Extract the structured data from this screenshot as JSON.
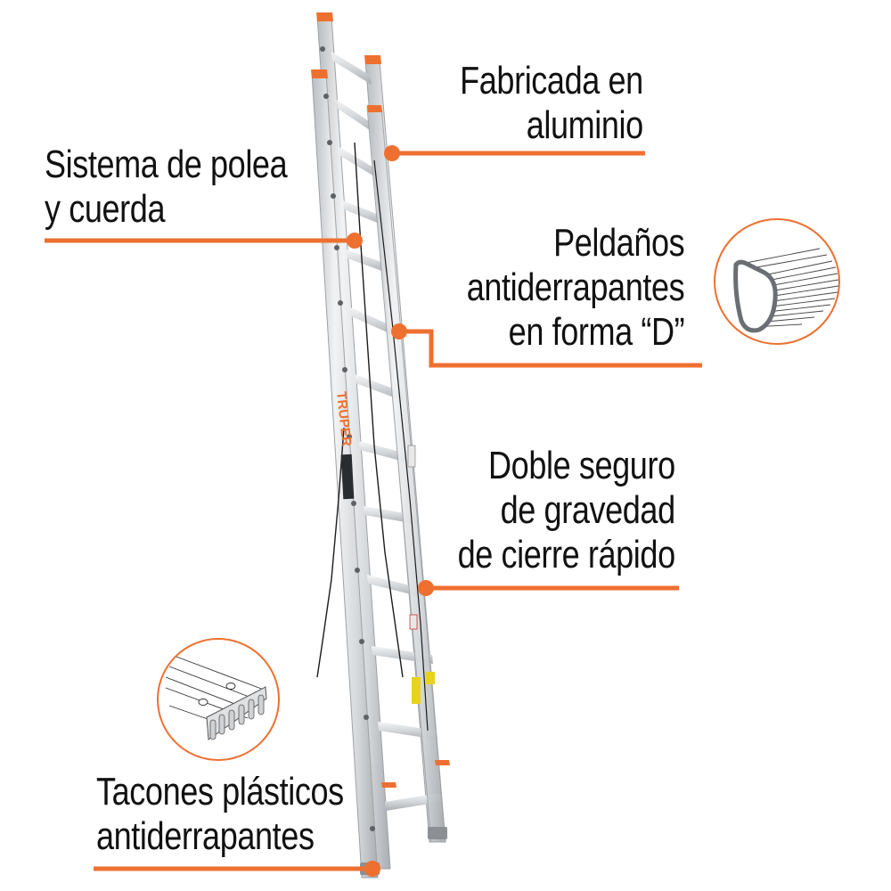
{
  "brand": {
    "name": "TRUPER",
    "accent_color": "#ee7030",
    "text_color": "#111111",
    "background": "#ffffff"
  },
  "product": {
    "type": "extension-ladder",
    "material_color": "#d9dcdf"
  },
  "callouts": [
    {
      "id": "material",
      "lines": [
        "Fabricada en",
        "aluminio"
      ]
    },
    {
      "id": "pulley",
      "lines": [
        "Sistema de polea",
        "y cuerda"
      ]
    },
    {
      "id": "rungs",
      "lines": [
        "Peldaños",
        "antiderrapantes",
        "en forma “D”"
      ]
    },
    {
      "id": "locks",
      "lines": [
        "Doble seguro",
        "de gravedad",
        "de cierre rápido"
      ]
    },
    {
      "id": "feet",
      "lines": [
        "Tacones plásticos",
        "antiderrapantes"
      ]
    }
  ],
  "icons": {
    "d_rung": "d-shaped-rung-detail-icon",
    "foot": "plastic-foot-detail-icon"
  }
}
